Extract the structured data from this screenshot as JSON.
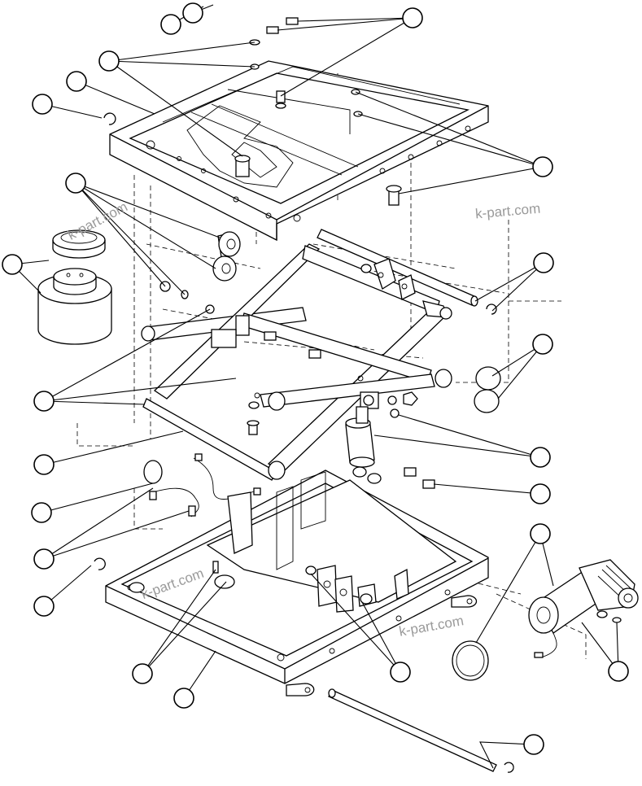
{
  "diagram": {
    "watermarks": [
      "k-part.com",
      "k-part.com",
      "k-part.com",
      "k-part.com"
    ],
    "callout_count": 24
  }
}
